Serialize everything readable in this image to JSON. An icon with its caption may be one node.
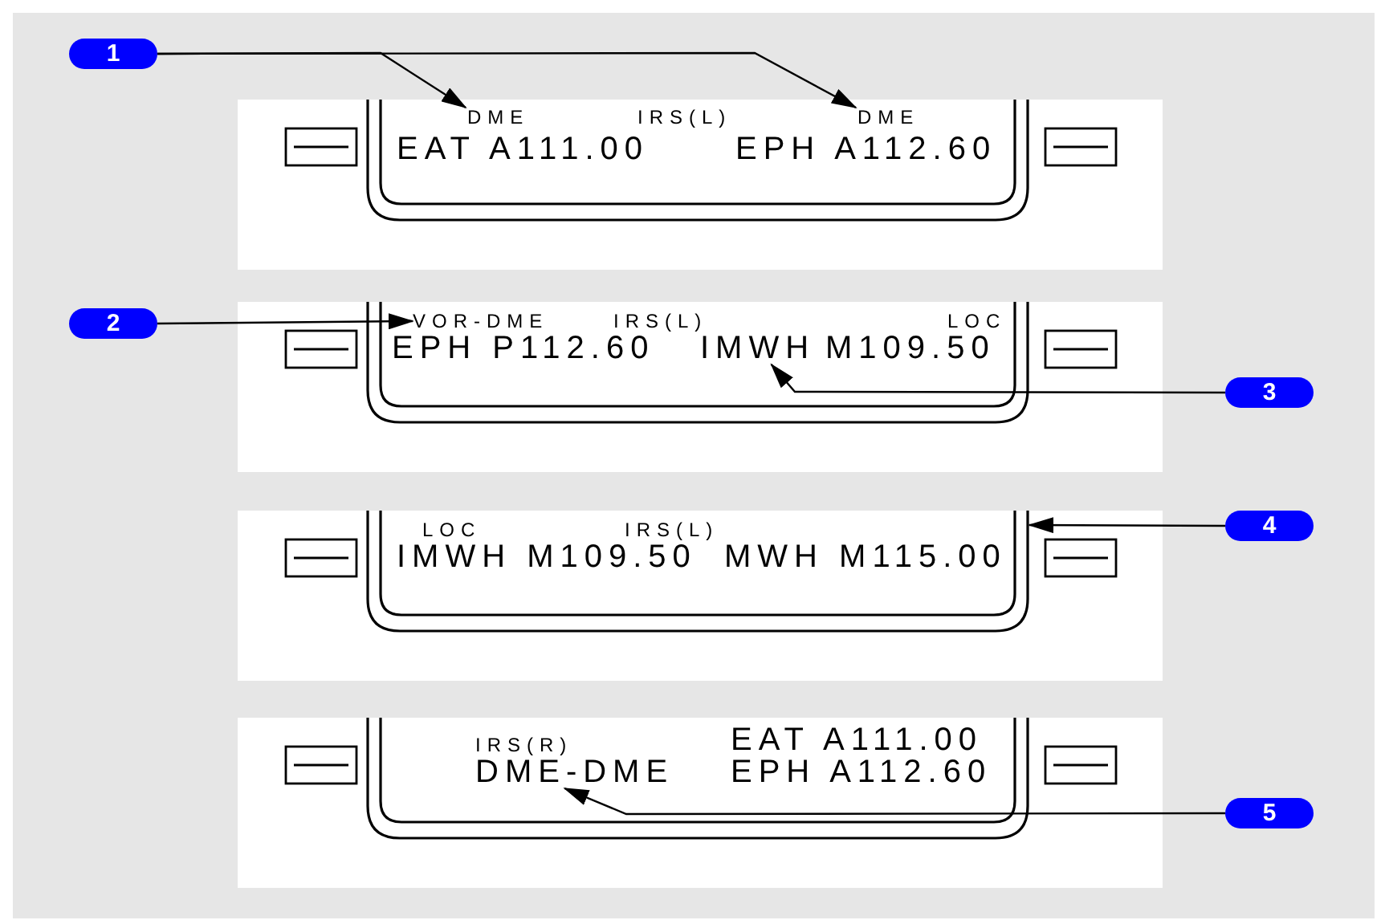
{
  "diagram": {
    "nodes": [
      {
        "text": [
          "1"
        ]
      },
      {
        "text": [
          "DME"
        ]
      },
      {
        "text": [
          "DME"
        ]
      },
      {
        "text": [
          "2"
        ]
      },
      {
        "text": [
          "VOR-DME"
        ]
      },
      {
        "text": [
          "3"
        ]
      },
      {
        "text": [
          "IMWH"
        ]
      },
      {
        "text": [
          "4"
        ]
      },
      {
        "text": [
          "5"
        ]
      },
      {
        "text": [
          "DME-DME"
        ]
      },
      {
        "text": [],
        "shape": "box"
      }
    ],
    "edges": [
      {
        "from": 0,
        "to": 1,
        "arrow": "to"
      },
      {
        "from": 0,
        "to": 2,
        "arrow": "to"
      },
      {
        "from": 3,
        "to": 4,
        "arrow": "to"
      },
      {
        "from": 5,
        "to": 6,
        "arrow": "to"
      },
      {
        "from": 7,
        "to": 10,
        "arrow": "to"
      },
      {
        "from": 8,
        "to": 9,
        "arrow": "to"
      }
    ],
    "labels": [
      "IRS(L)",
      "EAT A111.00",
      "EPH A112.60",
      "IRS(L)",
      "LOC",
      "EPH P112.60",
      "M109.50",
      "LOC",
      "IRS(L)",
      "IMWH M109.50",
      "MWH M115.00",
      "IRS(R)",
      "EAT A111.00",
      "EPH A112.60"
    ]
  }
}
